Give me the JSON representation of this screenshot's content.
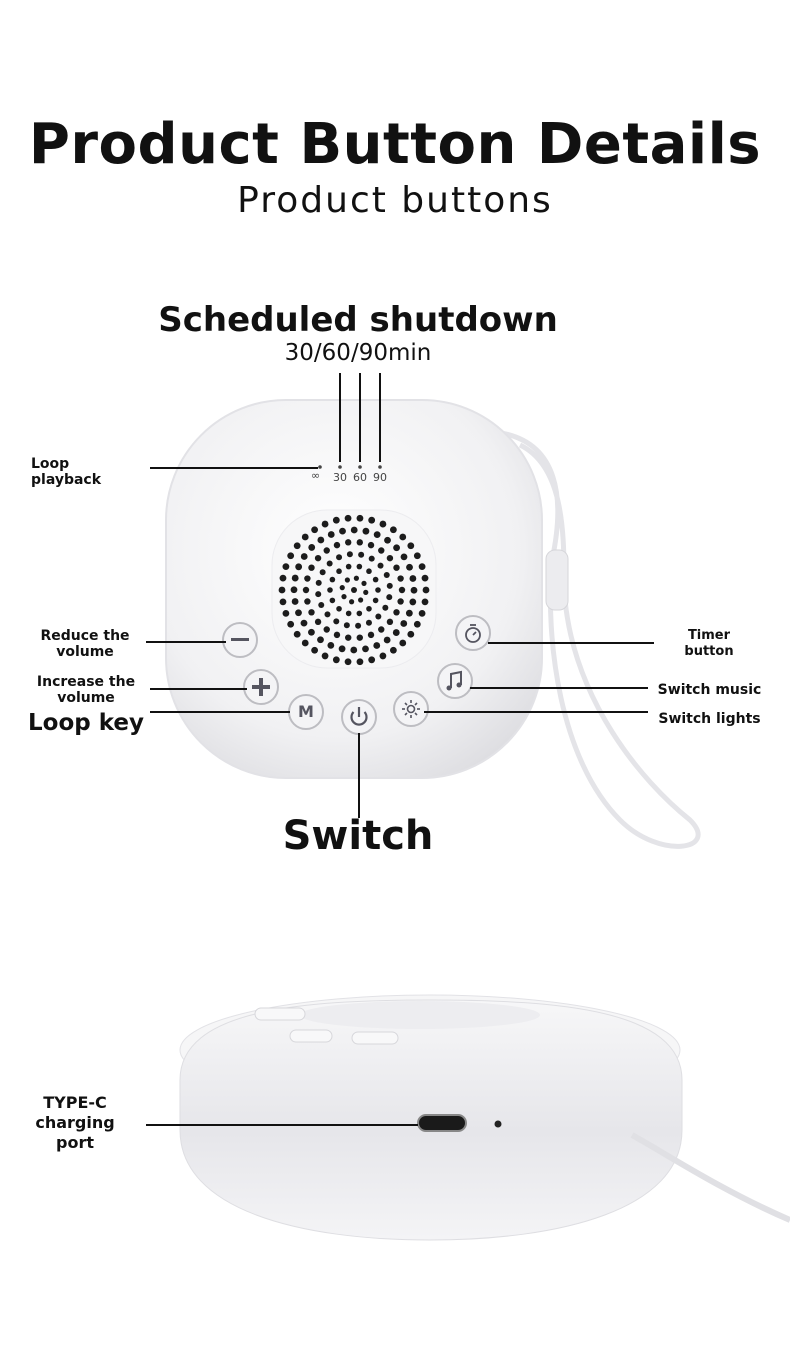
{
  "header": {
    "title": "Product Button Details",
    "subtitle": "Product buttons"
  },
  "timer_section": {
    "heading": "Scheduled shutdown",
    "subheading": "30/60/90min",
    "indicators": [
      "∞",
      "30",
      "60",
      "90"
    ]
  },
  "callouts": {
    "loop_playback": [
      "Loop",
      "playback"
    ],
    "reduce_volume": [
      "Reduce the",
      "volume"
    ],
    "increase_volume": [
      "Increase the",
      "volume"
    ],
    "loop_key": "Loop key",
    "timer_button": [
      "Timer",
      "button"
    ],
    "switch_music": "Switch music",
    "switch_lights": "Switch lights",
    "switch": "Switch",
    "type_c": [
      "TYPE-C",
      "charging",
      "port"
    ]
  },
  "buttons": {
    "minus": "–",
    "plus": "+",
    "mode": "M"
  },
  "colors": {
    "device_body": "#f2f2f3",
    "button_ring": "#bdbdc2",
    "icon": "#555560"
  }
}
